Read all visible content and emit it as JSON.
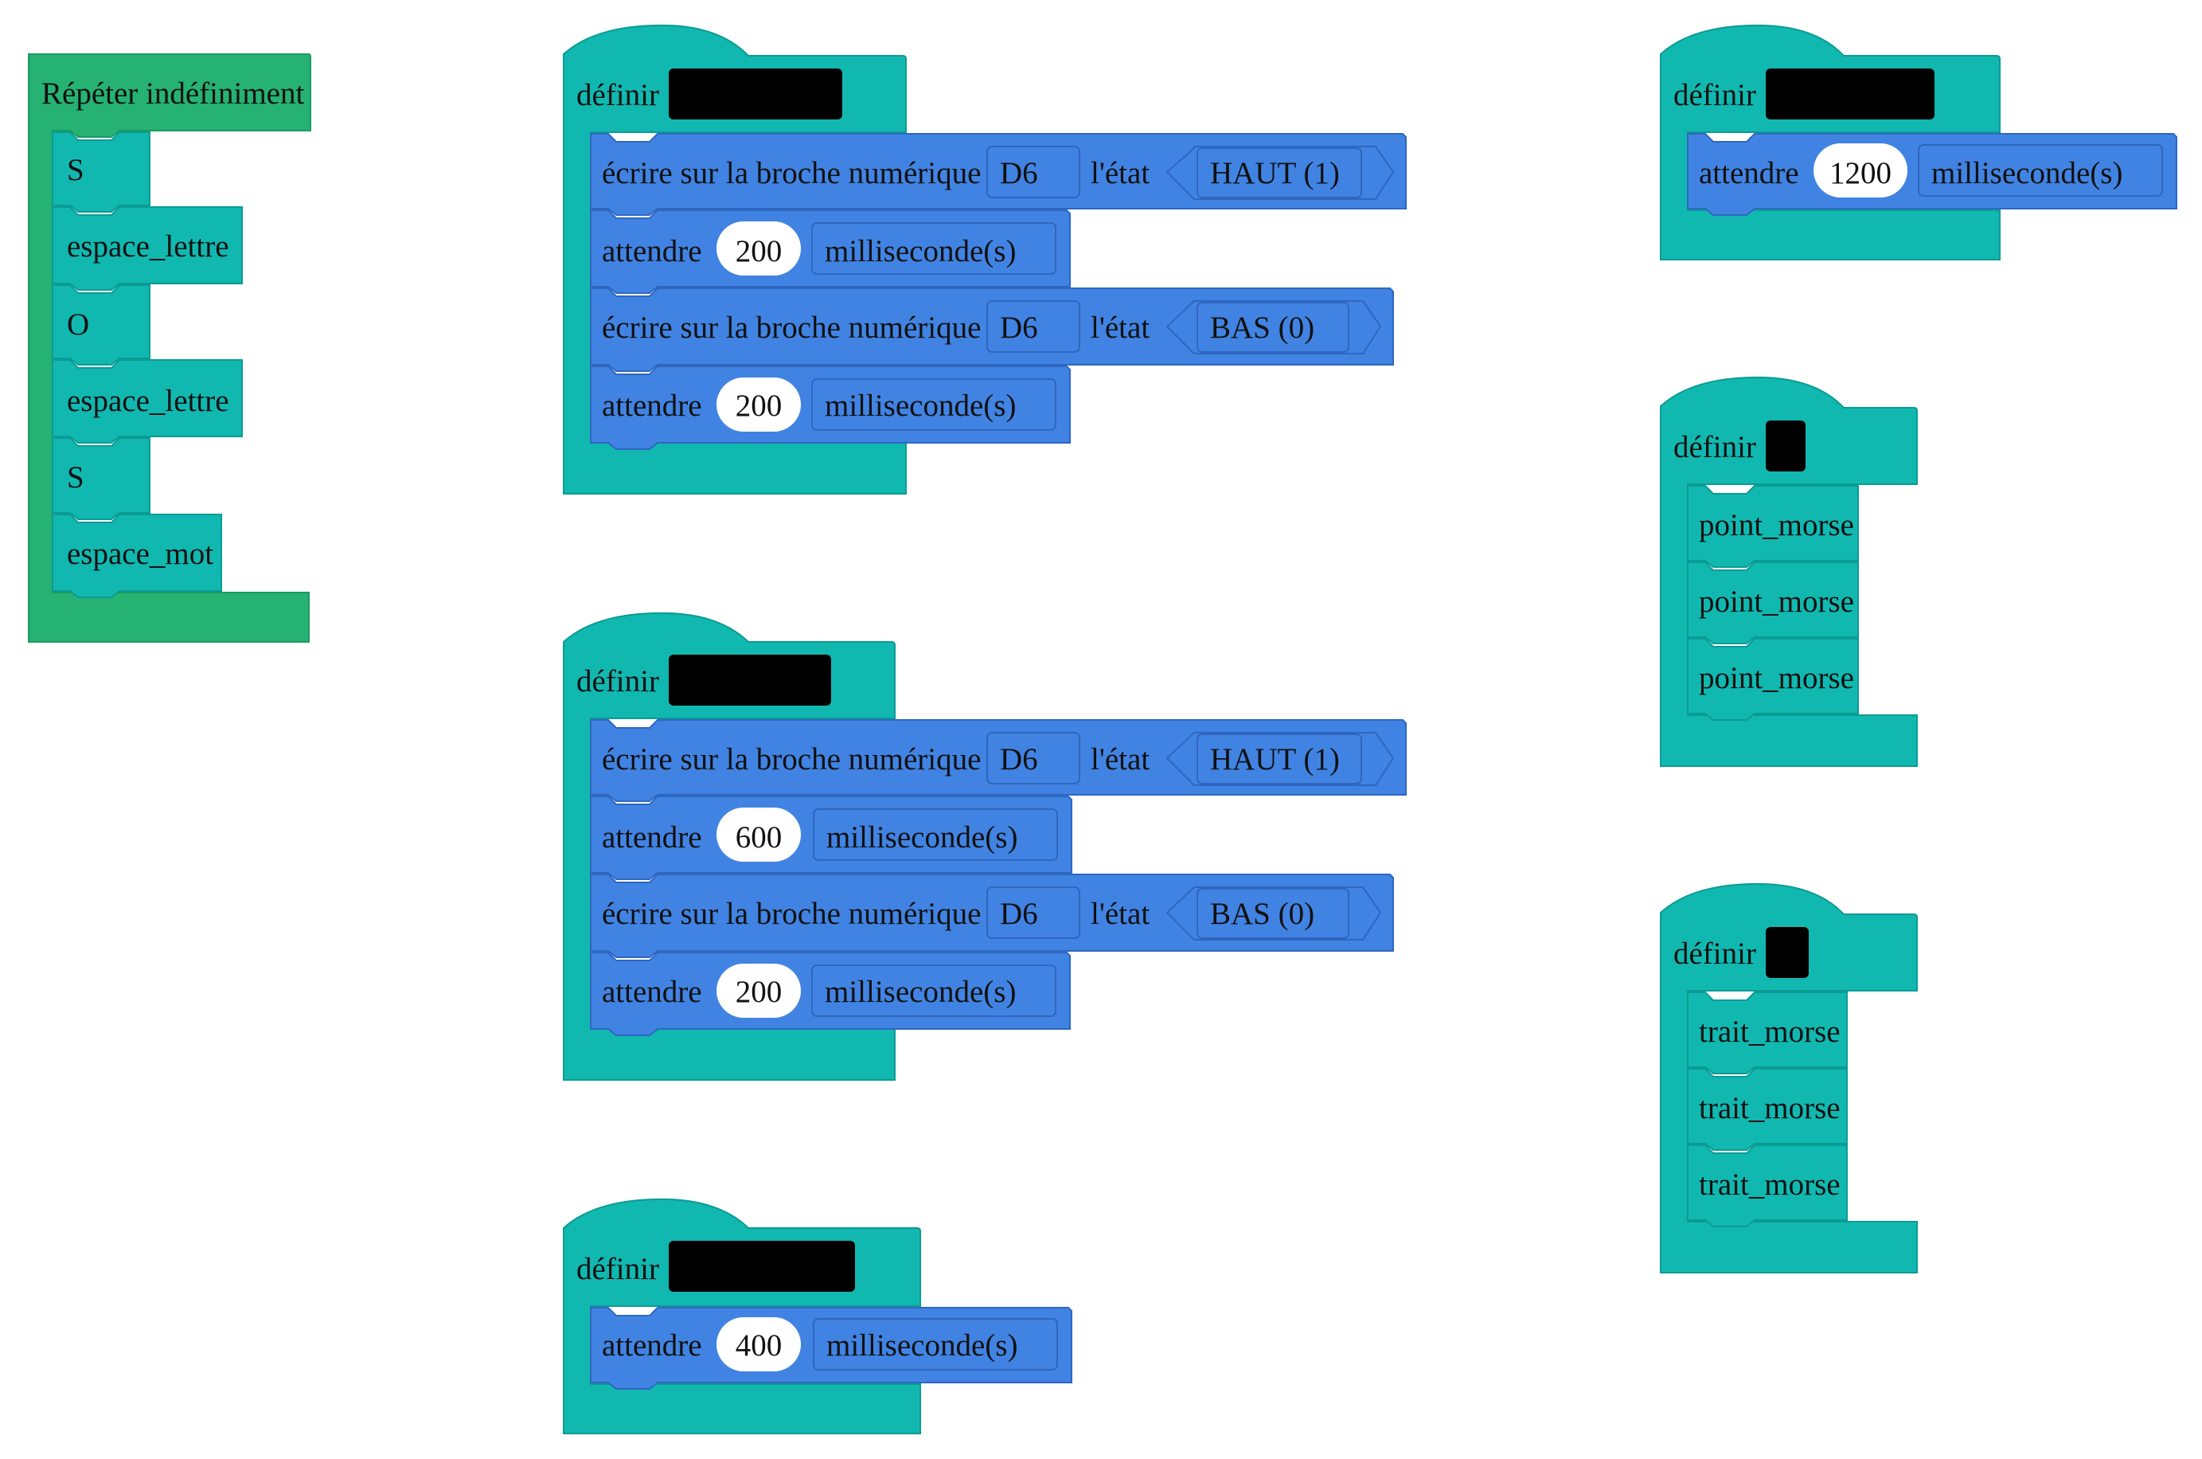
{
  "colors": {
    "green": "#26b273",
    "green_stroke": "#1c9a60",
    "teal": "#11b8b0",
    "teal_stroke": "#0b9b94",
    "blue": "#4183e2",
    "blue_stroke": "#2e67c0",
    "redacted": "#000000"
  },
  "loop_block": {
    "label": "Répéter indéfiniment",
    "items": [
      "S",
      "espace_lettre",
      "O",
      "espace_lettre",
      "S",
      "espace_mot"
    ]
  },
  "define_label": "définir",
  "write_block": {
    "prefix": "écrire sur la broche numérique",
    "pin": "D6",
    "state_label": "l'état",
    "high": "HAUT (1)",
    "low": "BAS (0)"
  },
  "wait_block": {
    "label": "attendre",
    "unit": "milliseconde(s)"
  },
  "definitions": {
    "point": {
      "wait1": "200",
      "wait2": "200"
    },
    "trait": {
      "wait1": "600",
      "wait2": "200"
    },
    "espace_lettre": {
      "wait": "400"
    },
    "espace_mot": {
      "wait": "1200"
    },
    "S_calls": [
      "point_morse",
      "point_morse",
      "point_morse"
    ],
    "O_calls": [
      "trait_morse",
      "trait_morse",
      "trait_morse"
    ]
  }
}
